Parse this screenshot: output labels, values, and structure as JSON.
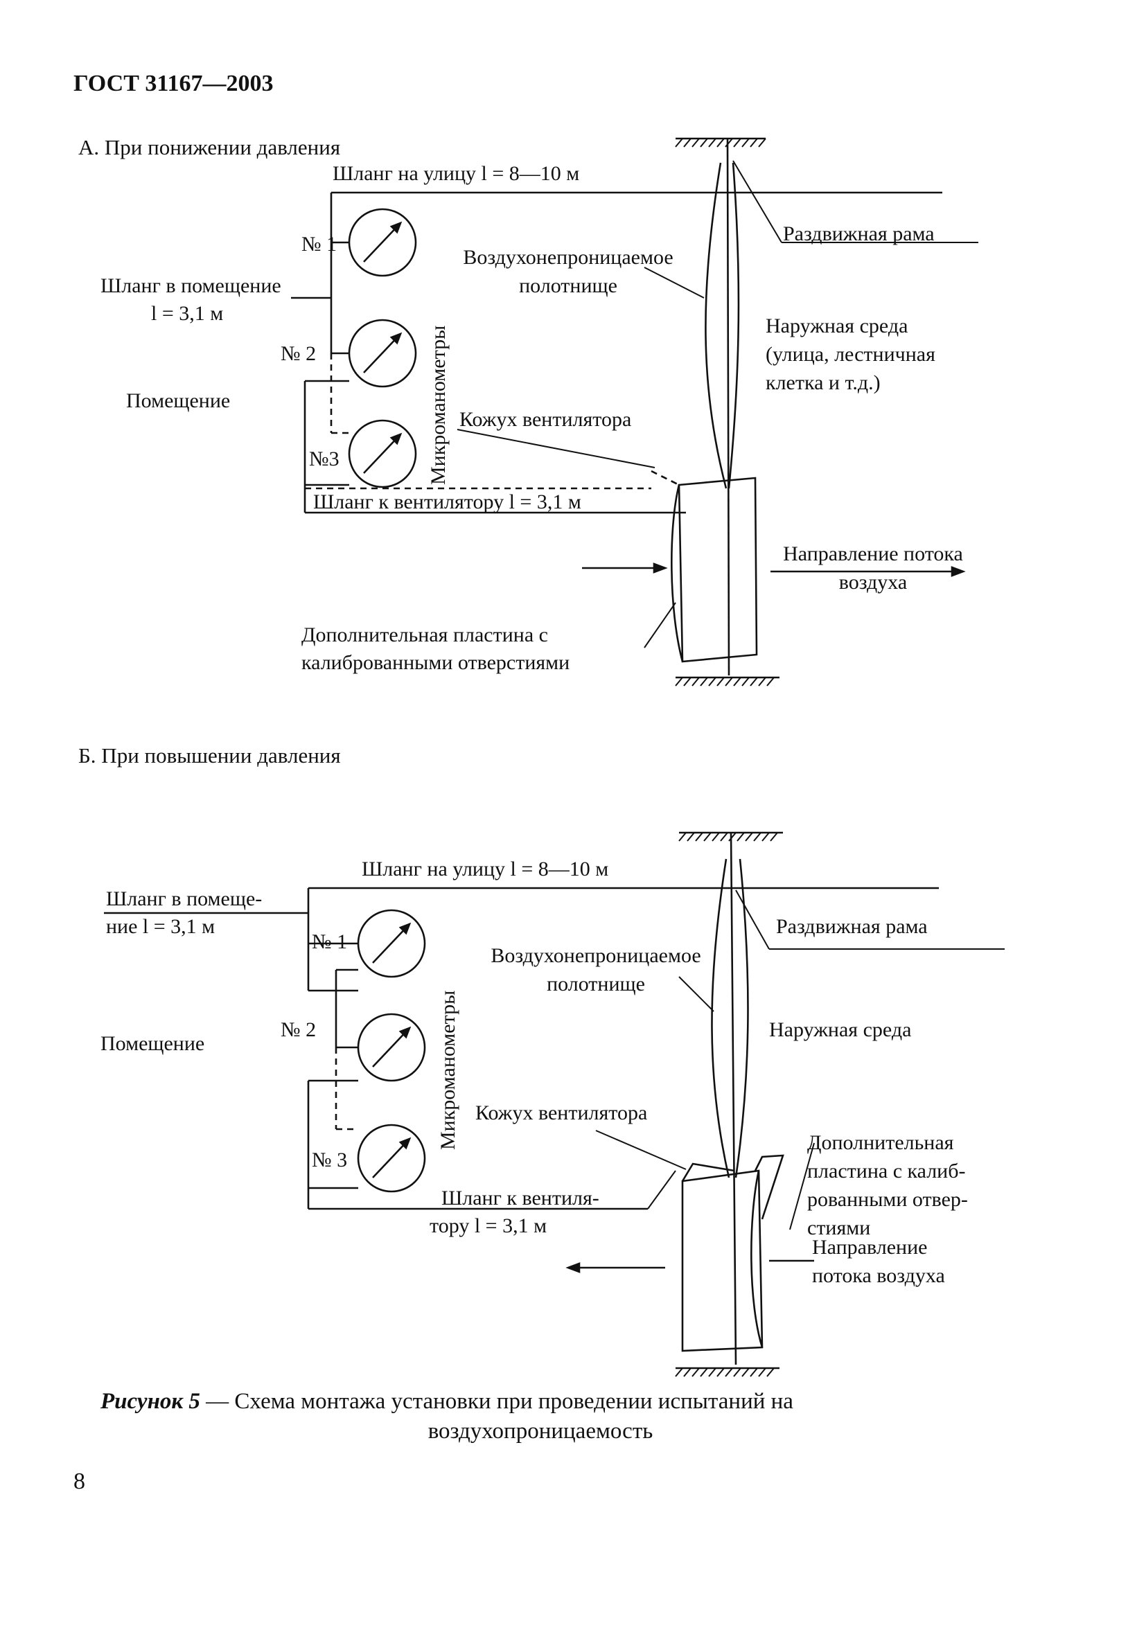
{
  "header": {
    "standard": "ГОСТ 31167—2003"
  },
  "panel_a": {
    "title": "А. При понижении давления",
    "hose_outside": "Шланг на улицу l = 8—10 м",
    "sliding_frame": "Раздвижная рама",
    "gauge_1": "№ 1",
    "gauge_2": "№ 2",
    "gauge_3": "№3",
    "airtight_sheet_1": "Воздухонепроницаемое",
    "airtight_sheet_2": "полотнище",
    "hose_room_1": "Шланг в помещение",
    "hose_room_2": "l = 3,1 м",
    "micromanometers": "Микроманометры",
    "outside_1": "Наружная среда",
    "outside_2": "(улица, лестничная",
    "outside_3": "клетка и т.д.)",
    "room": "Помещение",
    "fan_casing": "Кожух вентилятора",
    "hose_fan": "Шланг к вентилятору l = 3,1 м",
    "flow_1": "Направление потока",
    "flow_2": "воздуха",
    "plate_1": "Дополнительная пластина с",
    "plate_2": "калиброванными отверстиями"
  },
  "panel_b": {
    "title": "Б. При повышении давления",
    "hose_outside": "Шланг на улицу l = 8—10 м",
    "hose_room_1": "Шланг в помеще-",
    "hose_room_2": "ние l = 3,1 м",
    "gauge_1": "№ 1",
    "gauge_2": "№ 2",
    "gauge_3": "№ 3",
    "sliding_frame": "Раздвижная рама",
    "airtight_sheet_1": "Воздухонепроницаемое",
    "airtight_sheet_2": "полотнище",
    "micromanometers": "Микроманометры",
    "outside": "Наружная среда",
    "room": "Помещение",
    "fan_casing": "Кожух вентилятора",
    "plate_1": "Дополнительная",
    "plate_2": "пластина с калиб-",
    "plate_3": "рованными отвер-",
    "plate_4": "стиями",
    "flow_1": "Направление",
    "flow_2": "потока воздуха",
    "hose_fan_1": "Шланг к вентиля-",
    "hose_fan_2": "тору l = 3,1 м"
  },
  "caption": {
    "label": "Рисунок 5",
    "text_1": " — Схема монтажа установки при проведении испытаний на",
    "text_2": "воздухопроницаемость"
  },
  "page_number": "8"
}
